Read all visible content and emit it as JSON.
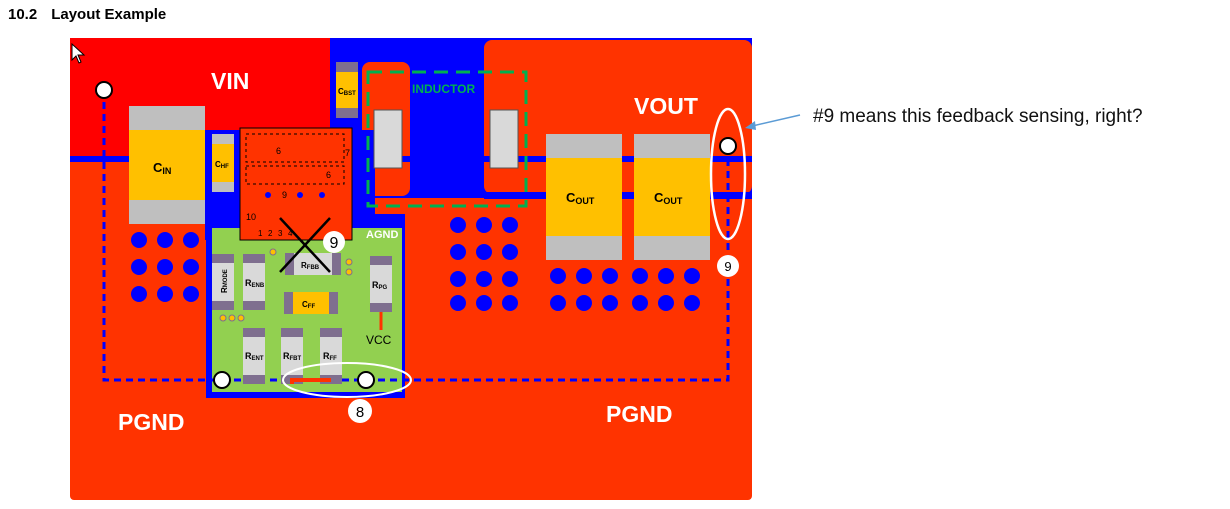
{
  "heading": {
    "number": "10.2",
    "title": "Layout Example"
  },
  "zones": {
    "vin": "VIN",
    "vout": "VOUT",
    "pgnd_left": "PGND",
    "pgnd_right": "PGND",
    "agnd": "AGND",
    "inductor": "INDUCTOR",
    "vcc": "VCC"
  },
  "pins": {
    "p6a": "6",
    "p7": "7",
    "p6b": "6",
    "p9": "9",
    "p10": "10",
    "p1": "1",
    "p2": "2",
    "p3": "3",
    "p4": "4"
  },
  "components": {
    "cin": {
      "base": "C",
      "sub": "IN"
    },
    "chf": {
      "base": "C",
      "sub": "HF"
    },
    "cbst": {
      "base": "C",
      "sub": "BST"
    },
    "cout1": {
      "base": "C",
      "sub": "OUT"
    },
    "cout2": {
      "base": "C",
      "sub": "OUT"
    },
    "rmode": {
      "base": "R",
      "sub": "MODE"
    },
    "renb": {
      "base": "R",
      "sub": "ENB"
    },
    "rfbb": {
      "base": "R",
      "sub": "FBB"
    },
    "rpg": {
      "base": "R",
      "sub": "PG"
    },
    "cff": {
      "base": "C",
      "sub": "FF"
    },
    "rent": {
      "base": "R",
      "sub": "ENT"
    },
    "rfbt": {
      "base": "R",
      "sub": "FBT"
    },
    "rff": {
      "base": "R",
      "sub": "FF"
    }
  },
  "markers": {
    "m9_center": "9",
    "m9_right": "9",
    "m8": "8"
  },
  "comment": "#9 means this feedback sensing, right?",
  "colors": {
    "board_red": "#ff3300",
    "vin_red": "#ff0000",
    "copper_blue": "#0000ff",
    "agnd_green": "#92d050",
    "cap_tan": "#ffc000",
    "cap_end": "#bfbfbf",
    "resistor_end": "#7f6f8f",
    "dash_green": "#00b050",
    "annotation_blue": "#5b9bd5"
  },
  "icons": {
    "cursor": "mouse-pointer-icon",
    "cross": "cross-out-icon",
    "arrow": "callout-arrow-icon"
  }
}
